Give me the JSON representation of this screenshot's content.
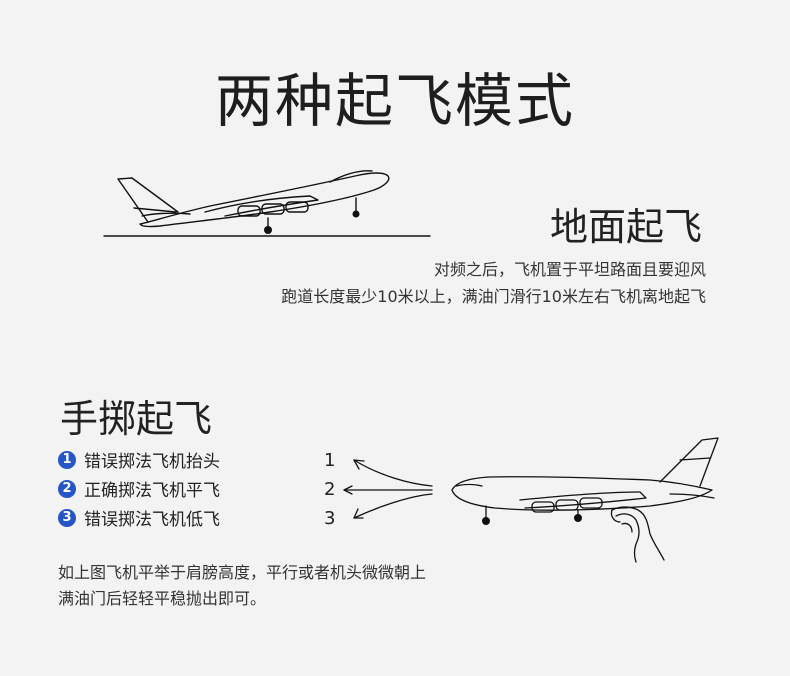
{
  "title": "两种起飞模式",
  "ground": {
    "heading": "地面起飞",
    "lines": [
      "对频之后，飞机置于平坦路面且要迎风",
      "跑道长度最少10米以上，满油门滑行10米左右飞机离地起飞"
    ]
  },
  "hand": {
    "heading": "手掷起飞",
    "methods": [
      {
        "badge": "1",
        "label": "错误掷法飞机抬头"
      },
      {
        "badge": "2",
        "label": "正确掷法飞机平飞"
      },
      {
        "badge": "3",
        "label": "错误掷法飞机低飞"
      }
    ],
    "arrow_numbers": [
      "1",
      "2",
      "3"
    ],
    "lines": [
      "如上图飞机平举于肩膀高度，平行或者机头微微朝上",
      "满油门后轻轻平稳抛出即可。"
    ]
  },
  "colors": {
    "background": "#f3f3f3",
    "badge": "#2556c5"
  }
}
